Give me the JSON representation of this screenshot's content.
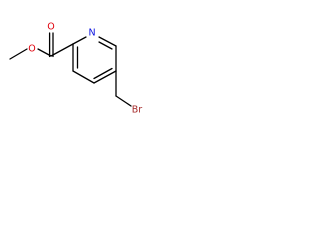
{
  "molecule": {
    "atoms": {
      "ester_oxygen": {
        "label": "O",
        "color": "#e0000b"
      },
      "carbonyl_oxygen": {
        "label": "O",
        "color": "#e0000b"
      },
      "ring_nitrogen": {
        "label": "N",
        "color": "#0a11e0"
      },
      "bromine": {
        "label": "Br",
        "color": "#a52a2a"
      }
    }
  }
}
